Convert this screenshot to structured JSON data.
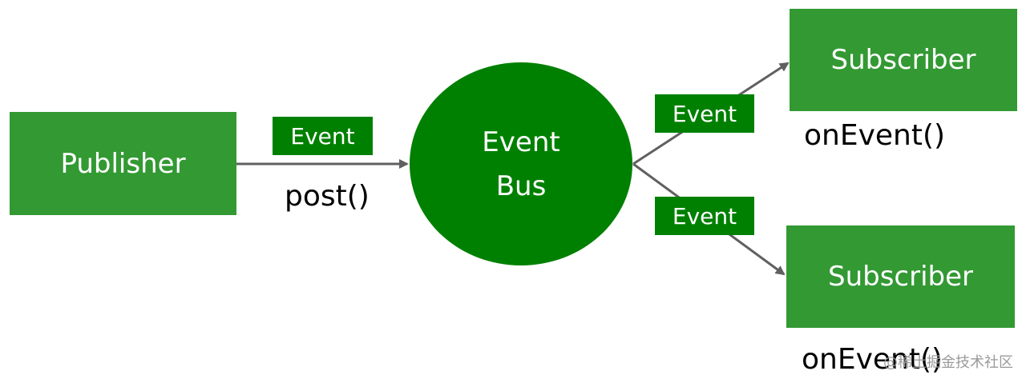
{
  "diagram": {
    "publisher": {
      "label": "Publisher",
      "method": "post()"
    },
    "event_bus": {
      "line1": "Event",
      "line2": "Bus"
    },
    "events": {
      "incoming": "Event",
      "outgoing_top": "Event",
      "outgoing_bottom": "Event"
    },
    "subscribers": [
      {
        "label": "Subscriber",
        "method": "onEvent()"
      },
      {
        "label": "Subscriber",
        "method": "onEvent()"
      }
    ]
  },
  "colors": {
    "box_green": "#339933",
    "bus_green": "#008000",
    "event_green": "#008000",
    "arrow_gray": "#606060",
    "text_black": "#000000"
  },
  "watermark": "@稀土掘金技术社区"
}
